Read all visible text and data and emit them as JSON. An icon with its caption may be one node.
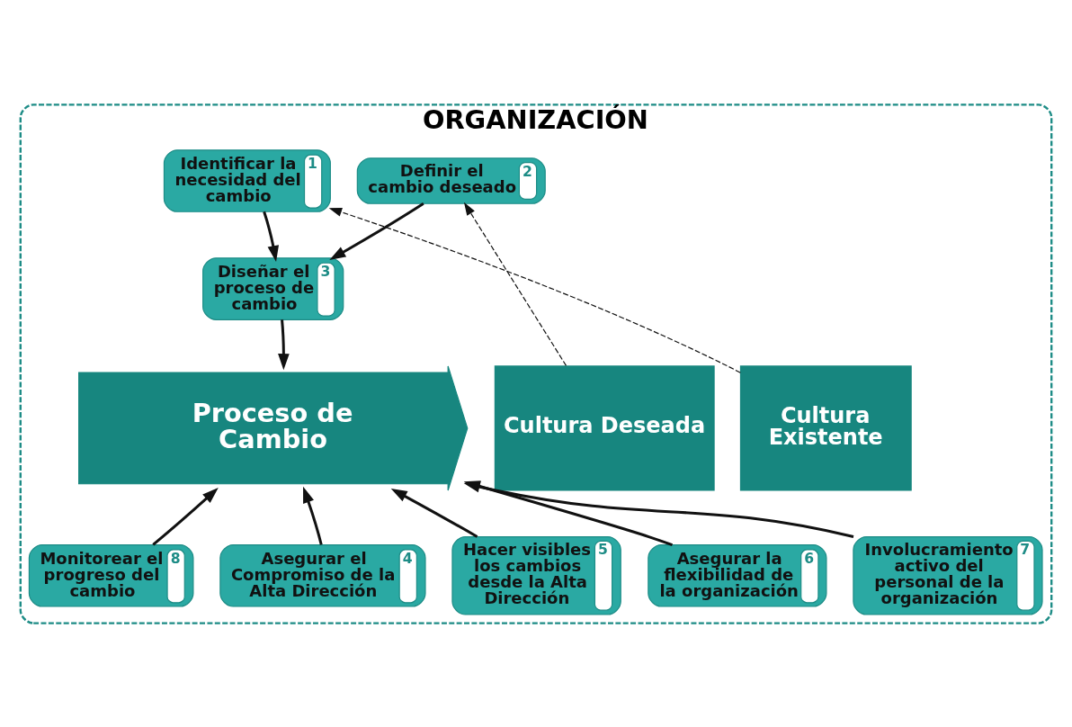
{
  "diagram": {
    "nodes": [
      {
        "text": [
          "ORGANIZACIÓN"
        ]
      },
      {
        "text": [
          "Identificar la necesidad del cambio",
          "1"
        ],
        "in": 0
      },
      {
        "text": [
          "Definir el cambio deseado",
          "2"
        ],
        "in": 0
      },
      {
        "text": [
          "Diseñar el proceso de cambio",
          "3"
        ],
        "in": 0
      },
      {
        "text": [
          "Cultura Existente"
        ],
        "in": 0
      },
      {
        "text": [
          "Proceso de Cambio"
        ],
        "in": 0
      },
      {
        "text": [
          "Cultura Deseada"
        ],
        "in": 0
      },
      {
        "text": [
          "Asegurar el Compromiso de la Alta Dirección",
          "4"
        ],
        "in": 0
      },
      {
        "text": [
          "Hacer visibles los cambios desde la Alta Dirección",
          "5"
        ],
        "in": 0
      },
      {
        "text": [
          "Asegurar la flexibilidad de la organización",
          "6"
        ],
        "in": 0
      },
      {
        "text": [
          "Involucramiento activo del personal de la organización",
          "7"
        ],
        "in": 0
      },
      {
        "text": [
          "Monitorear el progreso del cambio",
          "8"
        ],
        "in": 0
      }
    ],
    "edges": [
      {
        "from": 4,
        "to": 1,
        "arrow": "to",
        "style": "dashed"
      },
      {
        "from": 6,
        "to": 2,
        "arrow": "to",
        "style": "dashed"
      },
      {
        "from": 1,
        "to": 3,
        "arrow": "to"
      },
      {
        "from": 2,
        "to": 3,
        "arrow": "to"
      },
      {
        "from": 3,
        "to": 5,
        "arrow": "to"
      },
      {
        "from": 7,
        "to": 5,
        "arrow": "to"
      },
      {
        "from": 8,
        "to": 5,
        "arrow": "to"
      },
      {
        "from": 9,
        "to": 5,
        "arrow": "to"
      },
      {
        "from": 10,
        "to": 5,
        "arrow": "to"
      },
      {
        "from": 11,
        "to": 5,
        "arrow": "to"
      }
    ]
  }
}
